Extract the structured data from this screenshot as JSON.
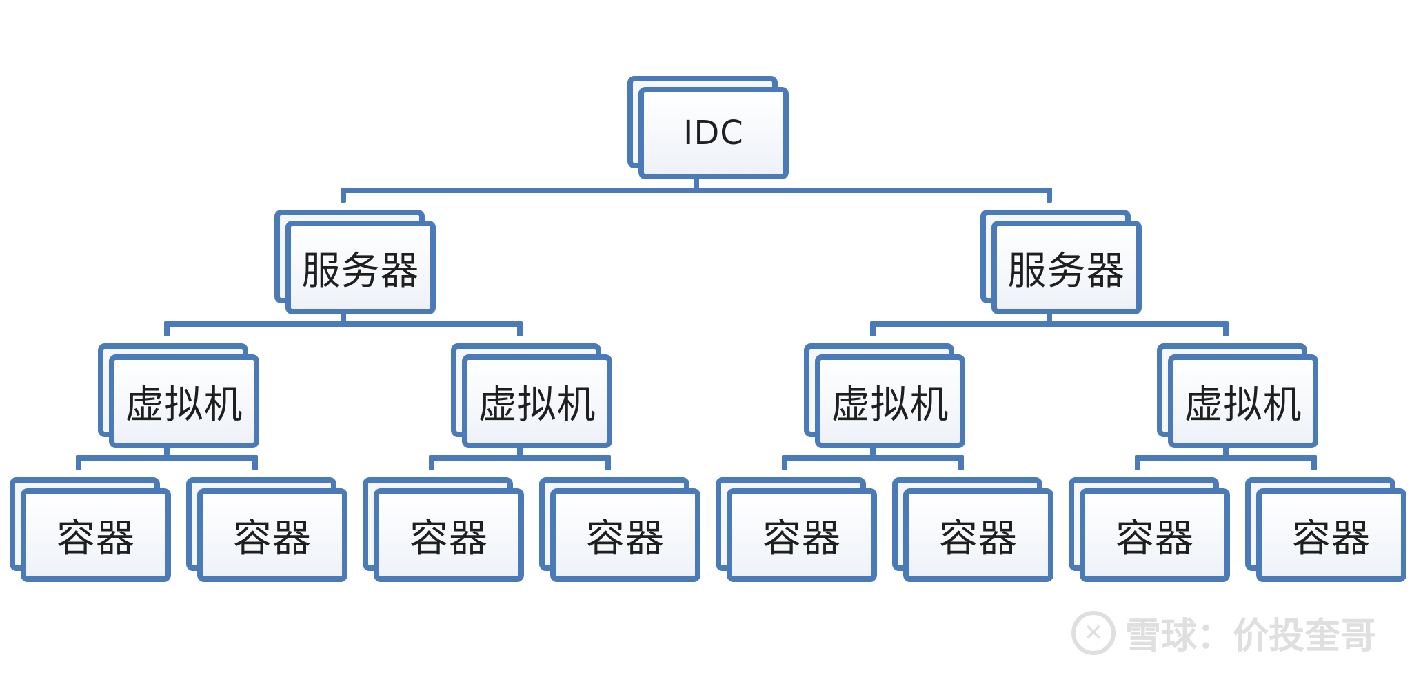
{
  "diagram": {
    "root": "IDC",
    "servers": [
      {
        "label": "服务器",
        "vms": [
          {
            "label": "虚拟机",
            "containers": [
              "容器",
              "容器"
            ]
          },
          {
            "label": "虚拟机",
            "containers": [
              "容器",
              "容器"
            ]
          }
        ]
      },
      {
        "label": "服务器",
        "vms": [
          {
            "label": "虚拟机",
            "containers": [
              "容器",
              "容器"
            ]
          },
          {
            "label": "虚拟机",
            "containers": [
              "容器",
              "容器"
            ]
          }
        ]
      }
    ]
  },
  "watermark": {
    "text": "雪球：价投奎哥",
    "icon": "snowball-logo-icon"
  },
  "colors": {
    "box_border": "#4a7ab8",
    "box_fill": "#f4f7fb",
    "text": "#1f1f1f"
  }
}
